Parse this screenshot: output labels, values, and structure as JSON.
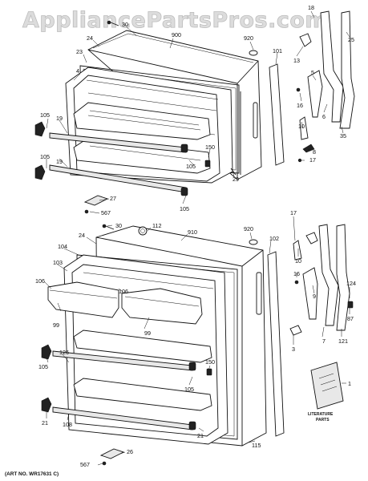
{
  "watermark": "AppliancePartsPros.com",
  "art_number": "(ART NO. WR17631 C)",
  "literature_label_line1": "LITERATURE",
  "literature_label_line2": "PARTS",
  "callouts": [
    {
      "id": "c-18",
      "text": "18"
    },
    {
      "id": "c-30-top",
      "text": "30"
    },
    {
      "id": "c-900",
      "text": "900"
    },
    {
      "id": "c-920-top",
      "text": "920"
    },
    {
      "id": "c-25",
      "text": "25"
    },
    {
      "id": "c-24-top",
      "text": "24"
    },
    {
      "id": "c-23",
      "text": "23"
    },
    {
      "id": "c-13",
      "text": "13"
    },
    {
      "id": "c-101",
      "text": "101"
    },
    {
      "id": "c-4",
      "text": "4"
    },
    {
      "id": "c-5",
      "text": "5"
    },
    {
      "id": "c-16-top",
      "text": "16"
    },
    {
      "id": "c-6",
      "text": "6"
    },
    {
      "id": "c-105-a",
      "text": "105"
    },
    {
      "id": "c-19-a",
      "text": "19"
    },
    {
      "id": "c-10-top",
      "text": "10"
    },
    {
      "id": "c-35",
      "text": "35"
    },
    {
      "id": "c-150-top",
      "text": "150"
    },
    {
      "id": "c-8",
      "text": "8"
    },
    {
      "id": "c-105-b",
      "text": "105"
    },
    {
      "id": "c-19-b",
      "text": "19"
    },
    {
      "id": "c-105-c",
      "text": "105"
    },
    {
      "id": "c-29",
      "text": "29"
    },
    {
      "id": "c-17-top",
      "text": "17"
    },
    {
      "id": "c-27",
      "text": "27"
    },
    {
      "id": "c-105-d",
      "text": "105"
    },
    {
      "id": "c-567-top",
      "text": "567"
    },
    {
      "id": "c-112",
      "text": "112"
    },
    {
      "id": "c-30-bot",
      "text": "30"
    },
    {
      "id": "c-910",
      "text": "910"
    },
    {
      "id": "c-920-bot",
      "text": "920"
    },
    {
      "id": "c-17-bot",
      "text": "17"
    },
    {
      "id": "c-24-bot",
      "text": "24"
    },
    {
      "id": "c-102",
      "text": "102"
    },
    {
      "id": "c-104",
      "text": "104"
    },
    {
      "id": "c-103",
      "text": "103"
    },
    {
      "id": "c-106-a",
      "text": "106"
    },
    {
      "id": "c-106-b",
      "text": "106"
    },
    {
      "id": "c-99-a",
      "text": "99"
    },
    {
      "id": "c-99-b",
      "text": "99"
    },
    {
      "id": "c-10-bot",
      "text": "10"
    },
    {
      "id": "c-16-bot",
      "text": "16"
    },
    {
      "id": "c-9",
      "text": "9"
    },
    {
      "id": "c-124",
      "text": "124"
    },
    {
      "id": "c-87",
      "text": "87"
    },
    {
      "id": "c-7",
      "text": "7"
    },
    {
      "id": "c-121",
      "text": "121"
    },
    {
      "id": "c-3",
      "text": "3"
    },
    {
      "id": "c-105-e",
      "text": "105"
    },
    {
      "id": "c-126",
      "text": "126"
    },
    {
      "id": "c-150-bot",
      "text": "150"
    },
    {
      "id": "c-105-f",
      "text": "105"
    },
    {
      "id": "c-1",
      "text": "1"
    },
    {
      "id": "c-21-a",
      "text": "21"
    },
    {
      "id": "c-108",
      "text": "108"
    },
    {
      "id": "c-21-b",
      "text": "21"
    },
    {
      "id": "c-115",
      "text": "115"
    },
    {
      "id": "c-26",
      "text": "26"
    },
    {
      "id": "c-567-bot",
      "text": "567"
    }
  ]
}
